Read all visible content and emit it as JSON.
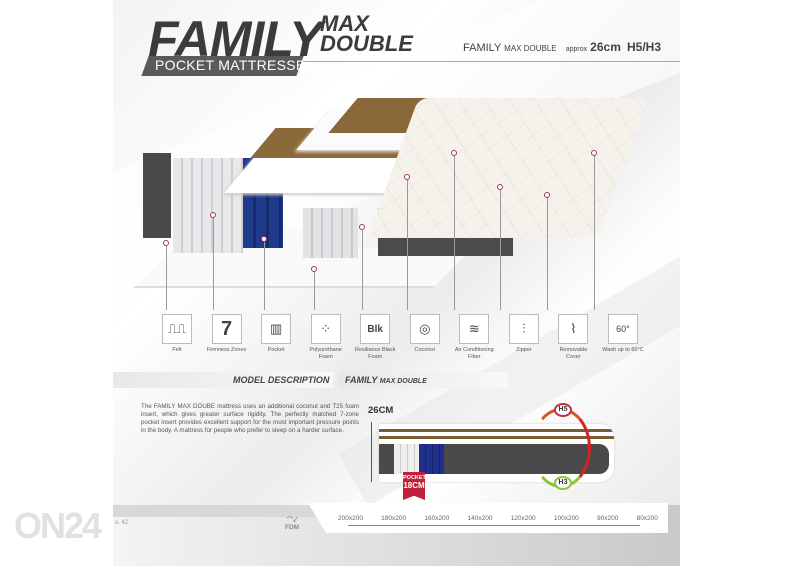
{
  "header": {
    "title_main": "FAMILY",
    "title_sub_line1": "MAX",
    "title_sub_line2": "DOUBLE",
    "subtitle": "POCKET MATTRESSES",
    "spec_name": "FAMILY",
    "spec_variant": "MAX DOUBLE",
    "spec_approx": "approx",
    "spec_height": "26cm",
    "spec_firmness": "H5/H3"
  },
  "features": [
    {
      "icon": "felt-icon",
      "glyph": "⎍⎍",
      "label": "Felt"
    },
    {
      "icon": "zones-icon",
      "glyph": "7",
      "label": "Firmness Zones"
    },
    {
      "icon": "pocket-spring-icon",
      "glyph": "▥",
      "label": "Pocket"
    },
    {
      "icon": "foam-icon",
      "glyph": "⁘",
      "label": "Polyurethane Foam"
    },
    {
      "icon": "black-foam-icon",
      "glyph": "Blk",
      "label": "Resiliance Black Foam"
    },
    {
      "icon": "coconut-icon",
      "glyph": "◎",
      "label": "Coconut"
    },
    {
      "icon": "air-flow-icon",
      "glyph": "≋",
      "label": "Air Conditioning Fiber"
    },
    {
      "icon": "zipper-icon",
      "glyph": "⫶",
      "label": "Zipper"
    },
    {
      "icon": "removable-cover-icon",
      "glyph": "⌇",
      "label": "Removable Cover"
    },
    {
      "icon": "wash-icon",
      "glyph": "60°",
      "label": "Wash up to 60°C"
    }
  ],
  "sections": {
    "description_title": "MODEL DESCRIPTION",
    "crosssection_title_bold": "FAMILY",
    "crosssection_title_sub": "MAX DOUBLE",
    "description_text": "The FAMILY MAX DOUBE mattress uses an additional coconut and T25 foam insert, which gives greater surface rigidity. The perfectly matched 7-zone pocket insert provides excellent support for the most important pressure points in the body. A mattress for people who prefer to sleep on a harder surface."
  },
  "cross_section": {
    "height_label": "26CM",
    "pocket_label": "POCKET",
    "pocket_height": "18CM",
    "firmness_top": "H5",
    "firmness_bottom": "H3",
    "colors": {
      "h5": "#c03040",
      "h3": "#8cc63f",
      "pocket_ribbon": "#c0203a"
    }
  },
  "footer": {
    "page_number": "s. 42",
    "brand": "FDM",
    "watermark": "ON24",
    "sizes": [
      "200x200",
      "180x200",
      "160x200",
      "140x200",
      "120x200",
      "100x200",
      "90x200",
      "80x200"
    ]
  }
}
